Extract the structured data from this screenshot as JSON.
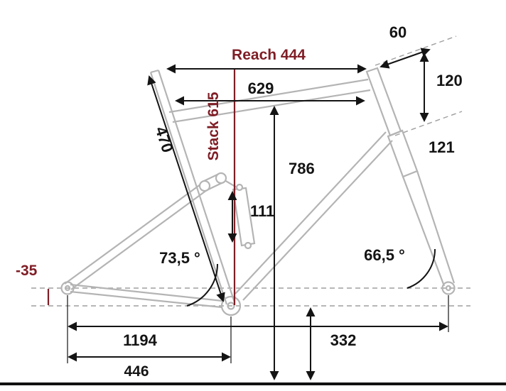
{
  "diagram": {
    "type": "bike-frame-geometry",
    "colors": {
      "accent": "#7f1d25",
      "frame": "#b4b4b4",
      "dimension": "#141414",
      "dashed_reference": "#9f9f9f"
    },
    "labels": {
      "reach": "Reach 444",
      "stack": "Stack 615",
      "top_tube": "629",
      "seat_tube": "470",
      "standover": "786",
      "shock": "111",
      "seat_angle": "73,5 °",
      "head_angle": "66,5 °",
      "stem": "60",
      "head_top": "120",
      "head_tube": "121",
      "bb_drop": "-35",
      "wheelbase": "1194",
      "chainstay": "446",
      "bb_height": "332"
    }
  }
}
